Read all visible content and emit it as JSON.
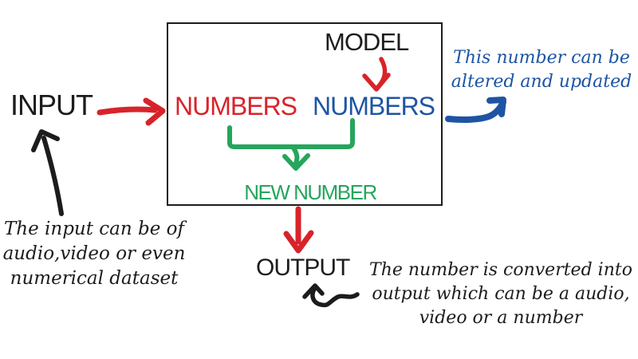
{
  "colors": {
    "bg": "#ffffff",
    "ink": "#1c1c1c",
    "red": "#d8232a",
    "green": "#26a55c",
    "blue": "#1d55a3"
  },
  "labels": {
    "input": "INPUT",
    "model": "MODEL",
    "numbers_input": "NUMBERS",
    "numbers_model": "NUMBERS",
    "new_number": "NEW NUMBER",
    "output": "OUTPUT"
  },
  "notes": {
    "input_note": "The input can be of\naudio,video or even\nnumerical dataset",
    "model_note": "This number can be\naltered and updated",
    "output_note": "The number is converted into\noutput which can be a audio,\nvideo or a number"
  },
  "icons": {
    "input_arrow": "red right arrow from INPUT to box",
    "model_arrow": "red curved arrow from MODEL to blue NUMBERS",
    "merge_bracket": "green bracket joining both NUMBERS",
    "merge_arrow": "green down arrow to NEW NUMBER",
    "output_arrow": "red down arrow from box to OUTPUT",
    "altered_arrow": "blue curved arrow from blue NUMBERS to note",
    "input_note_arrow": "black up arrow from input note to INPUT",
    "output_note_arrow": "black squiggle arrow from output note to OUTPUT"
  }
}
